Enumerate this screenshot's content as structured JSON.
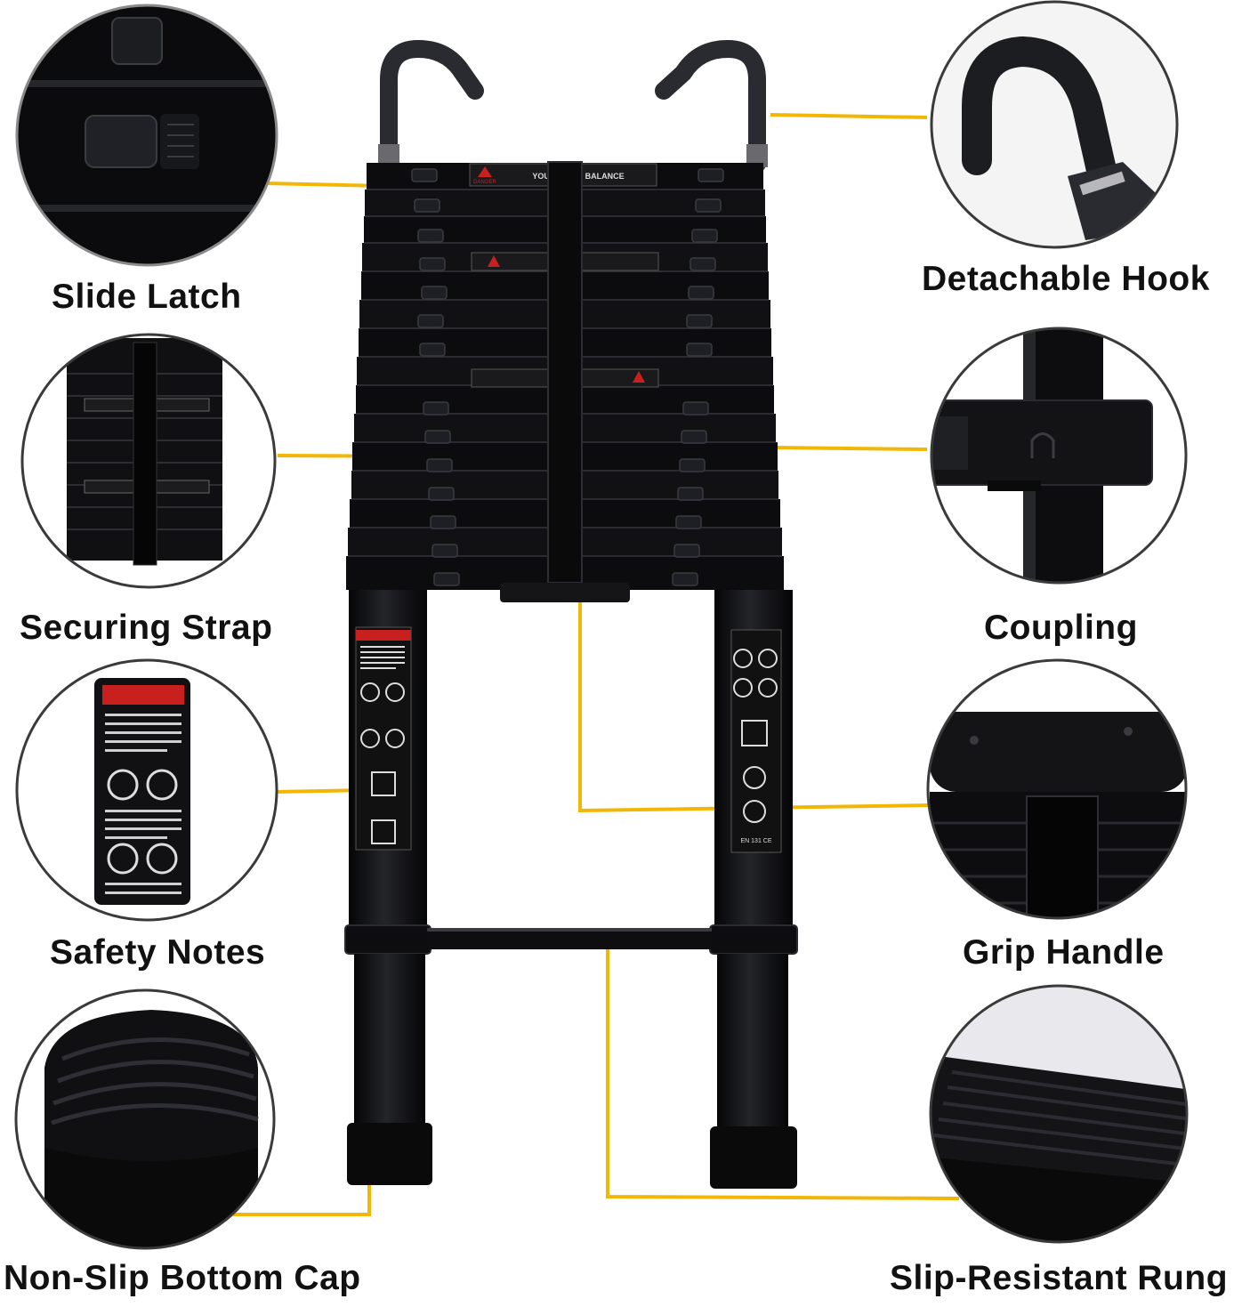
{
  "colors": {
    "background": "#ffffff",
    "ladder": "#0d0d0f",
    "ladder_highlight": "#2a2b30",
    "leader_line": "#f2b705",
    "circle_border": "#3a3a3a",
    "warning_red": "#c8201f"
  },
  "product": {
    "rung_count": 15,
    "hooks": 2
  },
  "callouts": [
    {
      "id": "slide-latch",
      "label": "Slide Latch"
    },
    {
      "id": "detachable-hook",
      "label": "Detachable Hook"
    },
    {
      "id": "securing-strap",
      "label": "Securing Strap"
    },
    {
      "id": "coupling",
      "label": "Coupling"
    },
    {
      "id": "safety-notes",
      "label": "Safety Notes"
    },
    {
      "id": "grip-handle",
      "label": "Grip Handle"
    },
    {
      "id": "non-slip-bottom-cap",
      "label": "Non-Slip Bottom Cap"
    },
    {
      "id": "slip-resistant-rung",
      "label": "Slip-Resistant Rung"
    }
  ],
  "ladder_print": {
    "danger": "DANGER",
    "balance": "YOU C    YOUR BALANCE",
    "standard": "EN 131 CE"
  }
}
